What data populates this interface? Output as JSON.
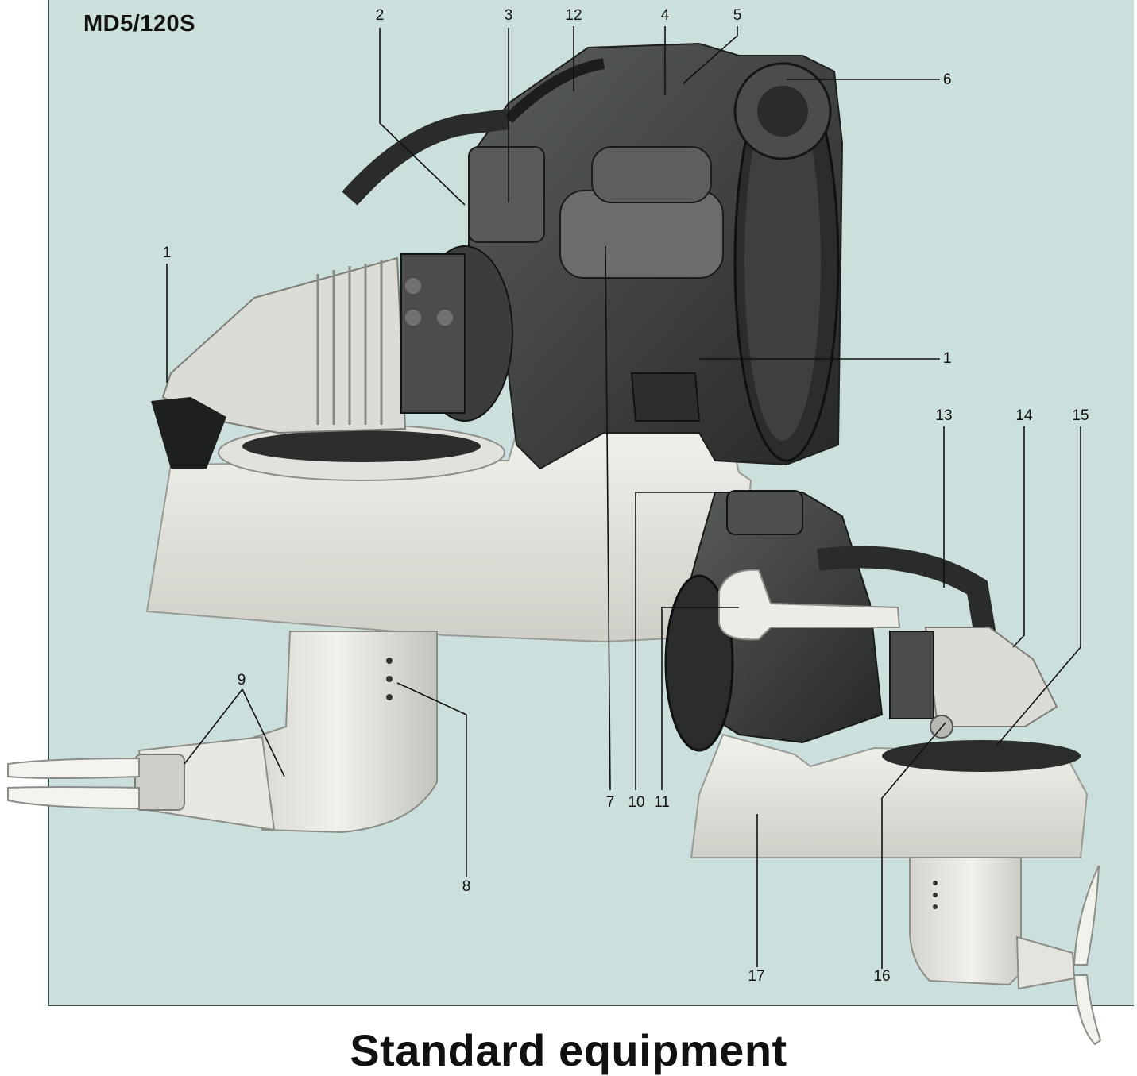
{
  "page": {
    "model": "MD5/120S",
    "heading": "Standard equipment"
  },
  "callouts": {
    "c1a": "1",
    "c1b": "1",
    "c2": "2",
    "c3": "3",
    "c4": "4",
    "c5": "5",
    "c6": "6",
    "c7": "7",
    "c8": "8",
    "c9": "9",
    "c10": "10",
    "c11": "11",
    "c12": "12",
    "c13": "13",
    "c14": "14",
    "c15": "15",
    "c16": "16",
    "c17": "17"
  },
  "colors": {
    "panel": "#cbdfdd",
    "housing": "#e6e6e0",
    "engine": "#3b3e3c",
    "text": "#111111"
  }
}
